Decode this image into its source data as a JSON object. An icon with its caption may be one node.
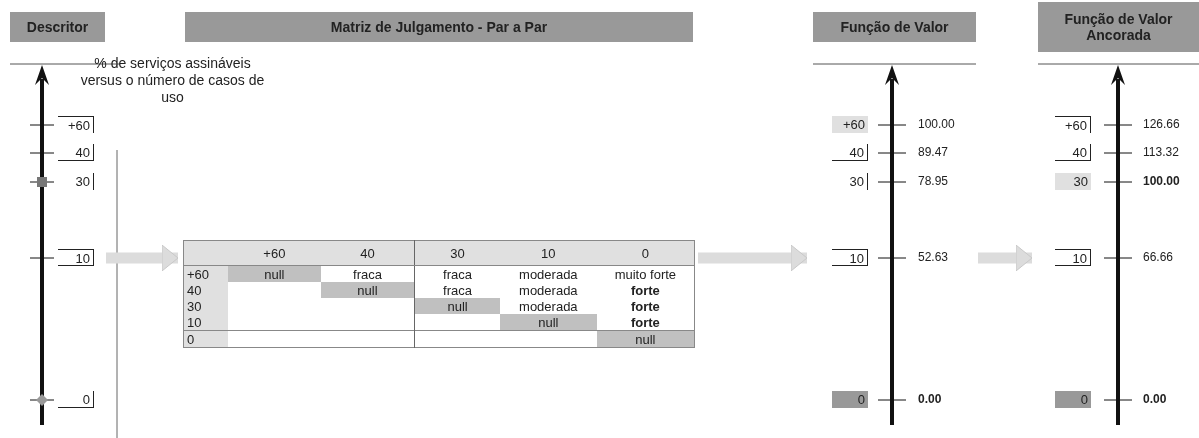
{
  "diagram": {
    "nodes": [
      {
        "text": [
          "Descritor"
        ]
      },
      {
        "text": [
          "Matriz de Julgamento - Par a Par"
        ]
      },
      {
        "text": [
          "Função de Valor"
        ]
      },
      {
        "text": [
          "Função de Valor Ancorada"
        ]
      }
    ],
    "edges": [
      {
        "from": 0,
        "to": 1,
        "arrow": "to"
      },
      {
        "from": 1,
        "to": 2,
        "arrow": "to"
      },
      {
        "from": 2,
        "to": 3,
        "arrow": "to"
      }
    ],
    "labels": [
      "% de serviços assináveis versus o número de casos de uso",
      "+60",
      "40",
      "30",
      "10",
      "0",
      "+60",
      "40",
      "30",
      "10",
      "0",
      "+60",
      "null",
      "fraca",
      "fraca",
      "moderada",
      "muito forte",
      "40",
      "null",
      "fraca",
      "moderada",
      "forte",
      "30",
      "null",
      "moderada",
      "forte",
      "10",
      "null",
      "forte",
      "0",
      "null",
      "+60",
      "100.00",
      "40",
      "89.47",
      "30",
      "78.95",
      "10",
      "52.63",
      "0",
      "0.00",
      "+60",
      "126.66",
      "40",
      "113.32",
      "30",
      "100.00",
      "10",
      "66.66",
      "0",
      "0.00"
    ]
  }
}
